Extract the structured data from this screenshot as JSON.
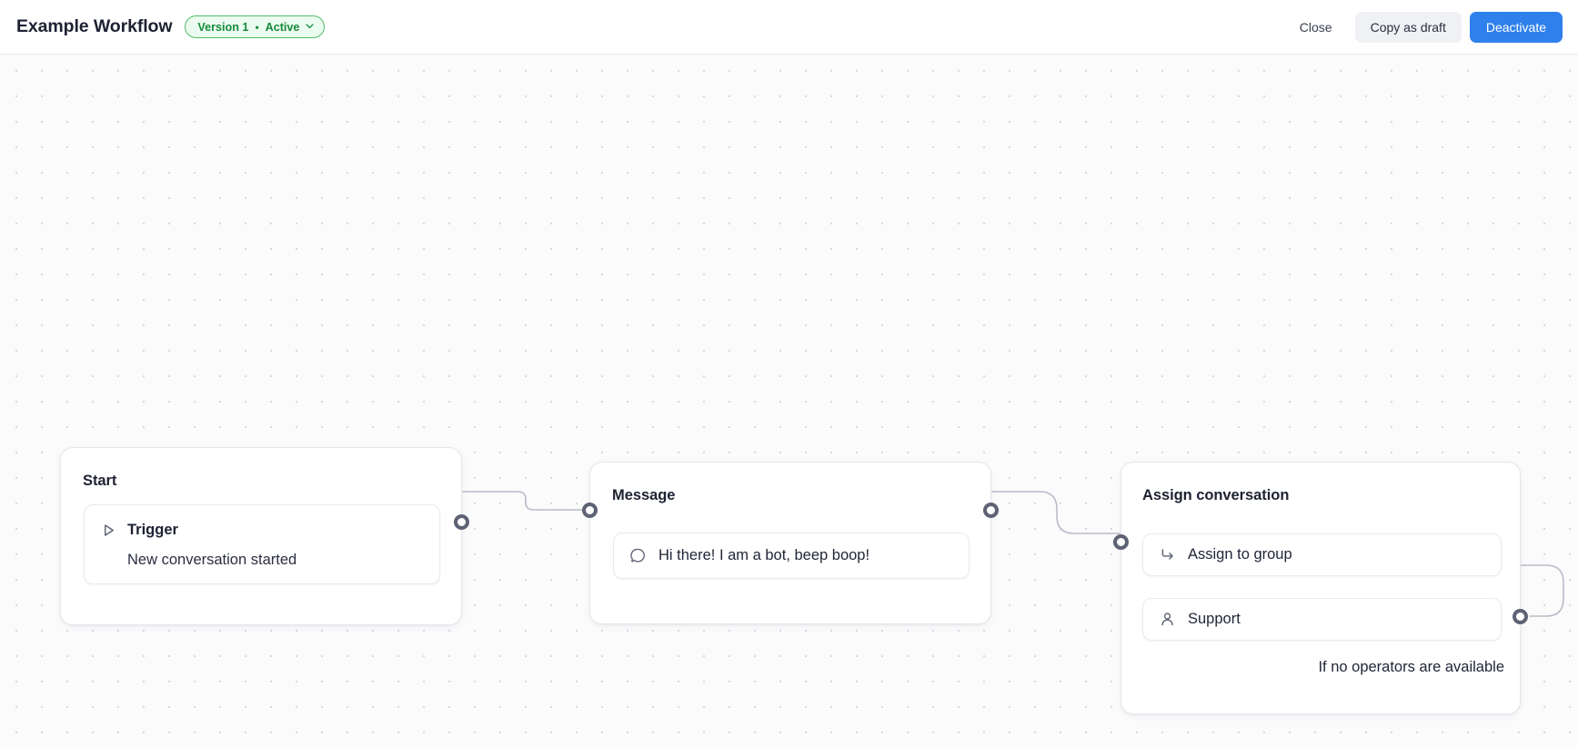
{
  "header": {
    "title": "Example Workflow",
    "version_badge": {
      "version_label": "Version 1",
      "separator": "•",
      "status_label": "Active",
      "chevron_icon": "chevron-down-icon",
      "text_color": "#158a3c",
      "bg_color": "#ecfbef",
      "border_color": "#53bd6b"
    },
    "actions": {
      "close_label": "Close",
      "copy_as_draft_label": "Copy as draft",
      "deactivate_label": "Deactivate",
      "primary_color": "#2f80ed"
    }
  },
  "canvas": {
    "background_color": "#fbfbfc",
    "dot_color": "#d6d8e0",
    "edge_color": "#b9bcc8",
    "port_color": "#5d6274"
  },
  "nodes": [
    {
      "id": "start",
      "title": "Start",
      "trigger": {
        "icon": "play-outline-icon",
        "label": "Trigger",
        "description": "New conversation started"
      }
    },
    {
      "id": "message",
      "title": "Message",
      "bubble": {
        "icon": "speech-bubble-icon",
        "text": "Hi there! I am a bot, beep boop!"
      }
    },
    {
      "id": "assign",
      "title": "Assign conversation",
      "options": [
        {
          "icon": "arrow-turn-right-icon",
          "label": "Assign to group"
        },
        {
          "icon": "person-icon",
          "label": "Support"
        }
      ],
      "fallback_label": "If no operators are available"
    }
  ]
}
